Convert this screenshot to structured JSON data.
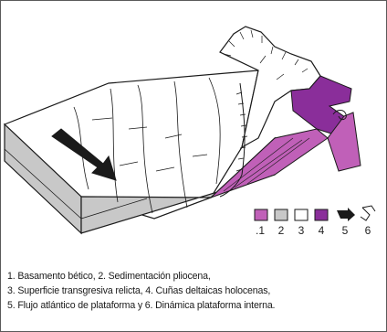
{
  "legend": {
    "items": [
      {
        "number": ".1",
        "color": "#c060b8",
        "kind": "swatch"
      },
      {
        "number": "2",
        "color": "#c8c8c8",
        "kind": "swatch"
      },
      {
        "number": "3",
        "color": "#ffffff",
        "kind": "swatch"
      },
      {
        "number": "4",
        "color": "#8a2e9a",
        "kind": "swatch"
      },
      {
        "number": "5",
        "color": "#1a1a1a",
        "kind": "arrow-icon"
      },
      {
        "number": "6",
        "color": "#1a1a1a",
        "kind": "swirl-arrow-icon"
      }
    ]
  },
  "caption": {
    "lines": [
      "1. Basamento bético, 2. Sedimentación pliocena,",
      "3. Superficie transgresiva relicta, 4. Cuñas deltaicas holocenas,",
      "5. Flujo atlántico de plataforma y 6. Dinámica plataforma interna."
    ]
  },
  "colors": {
    "basement": "#c060b8",
    "sediment": "#c8c8c8",
    "surface": "#ffffff",
    "delta": "#8a2e9a",
    "line": "#1a1a1a"
  }
}
